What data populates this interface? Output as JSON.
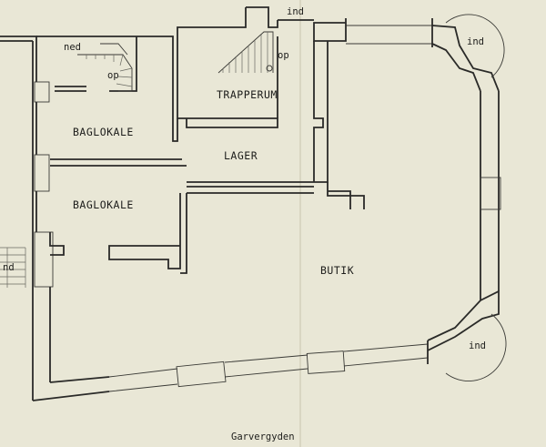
{
  "labels": {
    "top_entrance": "ind",
    "stair_down": "ned",
    "stair_up_left": "op",
    "stair_up_right": "op",
    "room_stair": "TRAPPERUM",
    "room_back_1": "BAGLOKALE",
    "room_store": "LAGER",
    "room_back_2": "BAGLOKALE",
    "room_shop": "BUTIK",
    "left_entrance": "nd",
    "corner_entrance_top": "ind",
    "corner_entrance_bottom": "ind",
    "street": "Garvergyden"
  },
  "colors": {
    "paper": "#e9e7d6",
    "ink": "#2a2a28"
  }
}
